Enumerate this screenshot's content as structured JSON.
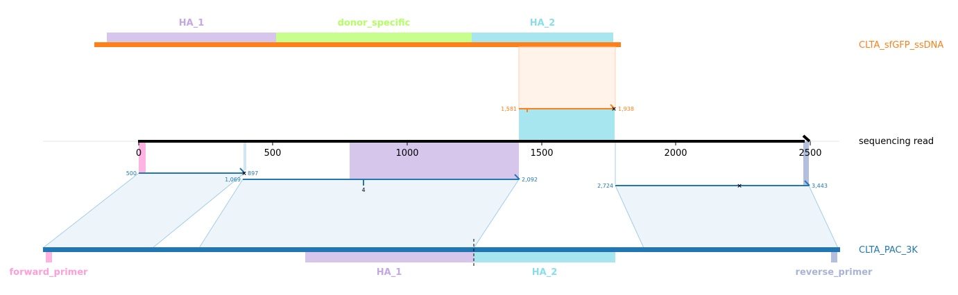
{
  "colors": {
    "ha1": "#d6c6ec",
    "ha1_text": "#c2a8e6",
    "donor": "#c6ff8e",
    "donor_text": "#b4ff64",
    "ha2": "#a8e6ef",
    "ha2_text": "#88dfec",
    "donor_backbone": "#ff8019",
    "read_backbone": "#000000",
    "ref_backbone": "#2077b4",
    "forward_primer": "#ffb3e2",
    "forward_primer_text": "#ff9fd7",
    "reverse_primer": "#b3bfdc",
    "reverse_primer_text": "#a8b4d6",
    "trapezoid_fill": "#eef5fa",
    "trapezoid_stroke": "#a3cde8",
    "donor_band": "#fff3ea"
  },
  "donor_track": {
    "label": "CLTA_sfGFP_ssDNA",
    "features": [
      {
        "name": "HA_1",
        "color": "ha1",
        "text_color": "ha1_text"
      },
      {
        "name": "donor_specific",
        "color": "donor",
        "text_color": "donor_text"
      },
      {
        "name": "HA_2",
        "color": "ha2",
        "text_color": "ha2_text"
      }
    ],
    "alignment": {
      "start_label": "1,581",
      "end_label": "1,938"
    }
  },
  "read_track": {
    "label": "sequencing read",
    "ticks": [
      "0",
      "500",
      "1000",
      "1500",
      "2000",
      "2500"
    ]
  },
  "reference_track": {
    "label": "CLTA_PAC_3K",
    "features": [
      {
        "name": "forward_primer",
        "color": "forward_primer",
        "text_color": "forward_primer_text"
      },
      {
        "name": "HA_1",
        "color": "ha1",
        "text_color": "ha1_text"
      },
      {
        "name": "HA_2",
        "color": "ha2",
        "text_color": "ha2_text"
      },
      {
        "name": "reverse_primer",
        "color": "reverse_primer",
        "text_color": "reverse_primer_text"
      }
    ],
    "alignments": [
      {
        "start_label": "500",
        "end_label": "897"
      },
      {
        "start_label": "1,069",
        "end_label": "2,092",
        "indel_label": "4"
      },
      {
        "start_label": "2,724",
        "end_label": "3,443"
      }
    ]
  }
}
